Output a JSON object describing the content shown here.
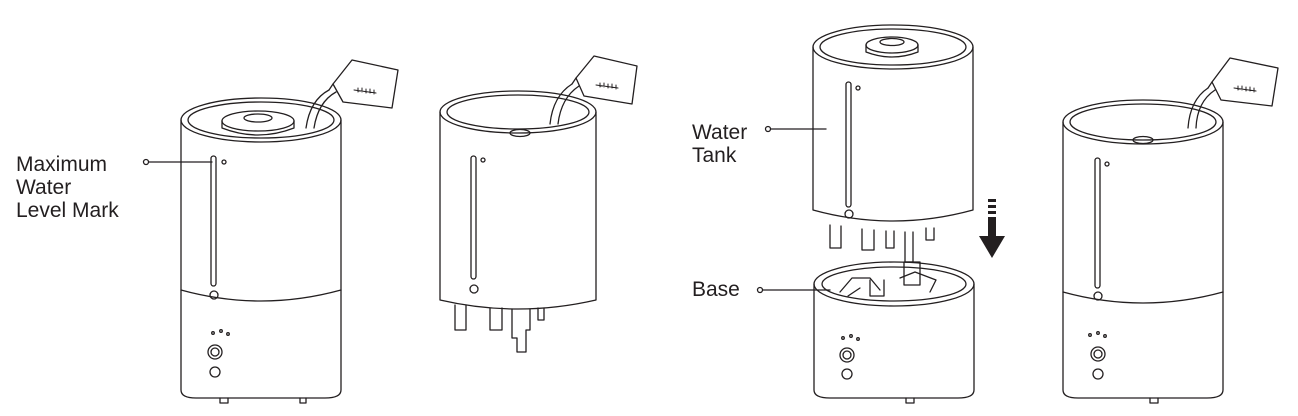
{
  "labels": {
    "max_level_line1": "Maximum",
    "max_level_line2": "Water",
    "max_level_line3": "Level Mark",
    "water_tank_line1": "Water",
    "water_tank_line2": "Tank",
    "base": "Base"
  },
  "icons": [
    "pitcher-icon",
    "down-arrow-icon"
  ],
  "colors": {
    "line": "#231f20",
    "label": "#231f20"
  }
}
